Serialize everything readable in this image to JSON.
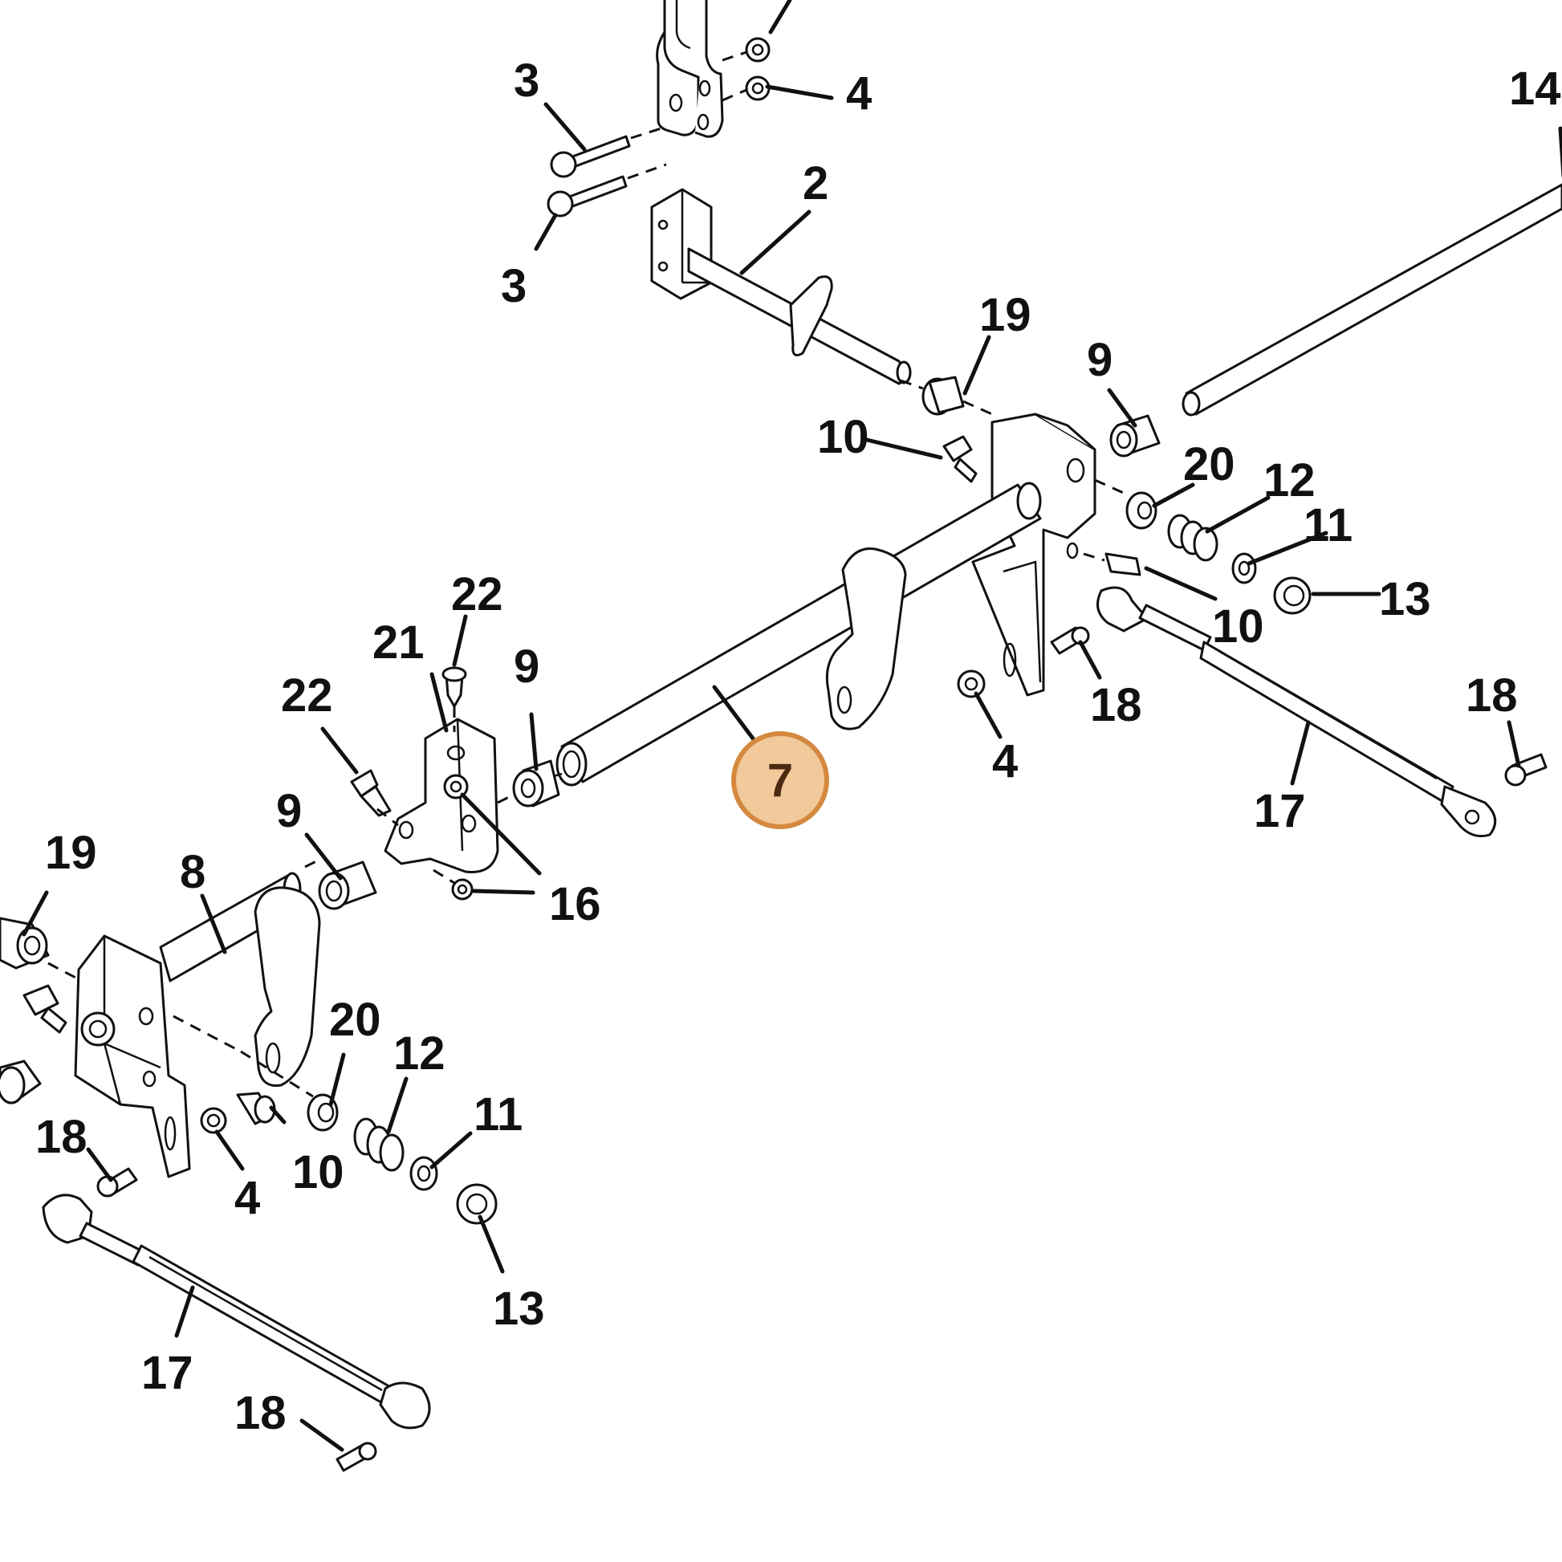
{
  "diagram": {
    "callout_labels": [
      "2",
      "3",
      "3",
      "4",
      "4",
      "4",
      "8",
      "9",
      "9",
      "9",
      "10",
      "10",
      "10",
      "11",
      "11",
      "12",
      "12",
      "13",
      "13",
      "14",
      "16",
      "17",
      "17",
      "18",
      "18",
      "18",
      "18",
      "19",
      "19",
      "20",
      "20",
      "21",
      "22",
      "22"
    ],
    "highlighted_label": "7",
    "highlight_color": "#d4893f",
    "highlight_fill": "#f2c99a",
    "line_color": "#111111",
    "background": "#ffffff"
  }
}
